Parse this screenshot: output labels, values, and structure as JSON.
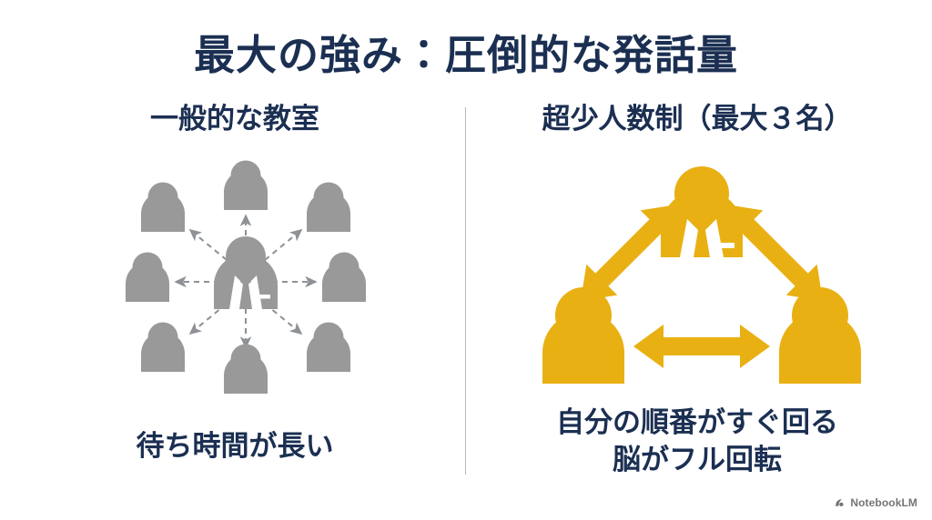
{
  "slide": {
    "background_color": "#ffffff",
    "title": "最大の強み：圧倒的な発話量",
    "title_color": "#1b2f52"
  },
  "colors": {
    "navy": "#1b2f52",
    "amber": "#e8b013",
    "gray": "#999999",
    "divider": "#b6b9bd",
    "watermark_text": "#3c4043"
  },
  "left_column": {
    "heading": "一般的な教室",
    "caption": "待ち時間が長い",
    "diagram": {
      "name": "crowded-classroom-diagram",
      "figure_color": "#999999",
      "arrow_style": "dashed",
      "teacher_label": "teacher-figure-gray",
      "student_count": 8,
      "arrow_count": 8
    }
  },
  "right_column": {
    "heading": "超少人数制（最大３名）",
    "caption_line1": "自分の順番がすぐ回る",
    "caption_line2": "脳がフル回転",
    "diagram": {
      "name": "small-group-diagram",
      "figure_color": "#e8b013",
      "arrow_style": "solid-double-headed",
      "teacher_label": "teacher-figure-amber",
      "student_count": 2,
      "arrow_count": 3
    }
  },
  "watermark": {
    "label": "NotebookLM",
    "icon": "notebooklm-logo-icon"
  }
}
